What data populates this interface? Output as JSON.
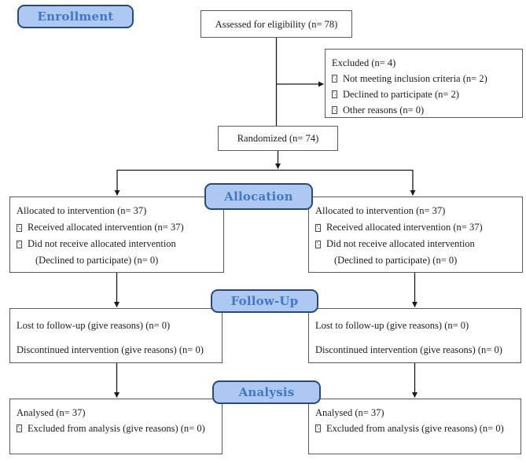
{
  "colors": {
    "stage_label_fill": "#adc9f1",
    "stage_label_border": "#2a4a74",
    "stage_label_text": "#4377c6",
    "box_border": "#5a5a5a",
    "box_fill": "#ffffff",
    "text": "#1c1c1c",
    "connector": "#1a1a1a"
  },
  "stage_labels": {
    "enrollment": "Enrollment",
    "allocation": "Allocation",
    "followup": "Follow-Up",
    "analysis": "Analysis"
  },
  "boxes": {
    "assessed": {
      "text": "Assessed for eligibility (n= 78)"
    },
    "excluded": {
      "title": "Excluded (n= 4)",
      "items": [
        "Not meeting inclusion criteria (n= 2)",
        "Declined to participate (n= 2)",
        "Other reasons (n= 0)"
      ]
    },
    "randomized": {
      "text": "Randomized (n= 74)"
    },
    "allocation_left": {
      "title": "Allocated to intervention (n= 37)",
      "items": [
        "Received allocated intervention (n= 37)",
        "Did not receive allocated intervention"
      ],
      "continuation": "(Declined to participate) (n= 0)"
    },
    "allocation_right": {
      "title": "Allocated to intervention (n= 37)",
      "items": [
        "Received allocated intervention (n= 37)",
        "Did not receive allocated intervention"
      ],
      "continuation": "(Declined to participate) (n= 0)"
    },
    "followup_left": {
      "line1": "Lost to follow-up (give reasons) (n= 0)",
      "line2": "Discontinued intervention (give reasons) (n= 0)"
    },
    "followup_right": {
      "line1": "Lost to follow-up (give reasons) (n= 0)",
      "line2": "Discontinued intervention (give reasons) (n= 0)"
    },
    "analysis_left": {
      "title": "Analysed (n= 37)",
      "items": [
        "Excluded from analysis (give reasons) (n= 0)"
      ]
    },
    "analysis_right": {
      "title": "Analysed (n= 37)",
      "items": [
        "Excluded from analysis (give reasons) (n= 0)"
      ]
    }
  }
}
